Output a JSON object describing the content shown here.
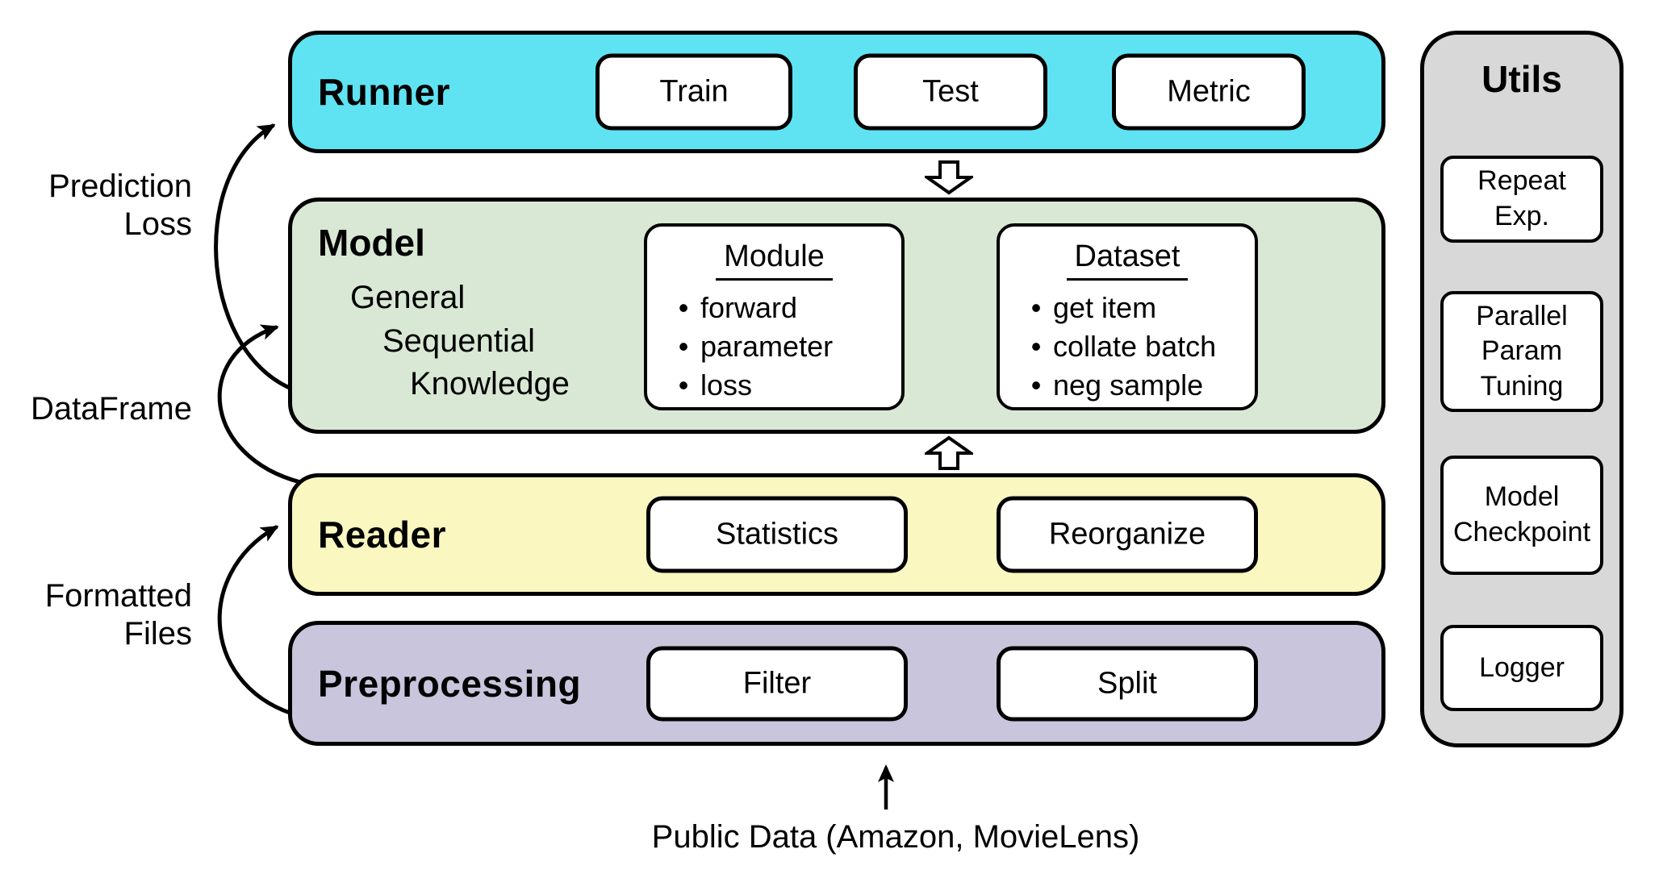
{
  "diagram": {
    "left_labels": {
      "prediction_loss": "Prediction\nLoss",
      "dataframe": "DataFrame",
      "formatted_files": "Formatted\nFiles"
    },
    "runner": {
      "title": "Runner",
      "color": "#5FE3F3",
      "buttons": [
        "Train",
        "Test",
        "Metric"
      ]
    },
    "model": {
      "title": "Model",
      "color": "#D8E8D4",
      "types": [
        "General",
        "Sequential",
        "Knowledge"
      ],
      "module": {
        "title": "Module",
        "items": [
          "forward",
          "parameter",
          "loss"
        ]
      },
      "dataset": {
        "title": "Dataset",
        "items": [
          "get item",
          "collate batch",
          "neg sample"
        ]
      }
    },
    "reader": {
      "title": "Reader",
      "color": "#FAF7C0",
      "buttons": [
        "Statistics",
        "Reorganize"
      ]
    },
    "preprocessing": {
      "title": "Preprocessing",
      "color": "#C8C5DC",
      "buttons": [
        "Filter",
        "Split"
      ]
    },
    "utils": {
      "title": "Utils",
      "color": "#D8D8D8",
      "items": [
        "Repeat\nExp.",
        "Parallel\nParam\nTuning",
        "Model\nCheckpoint",
        "Logger"
      ]
    },
    "source": {
      "label": "Public Data (Amazon, MovieLens)"
    }
  }
}
